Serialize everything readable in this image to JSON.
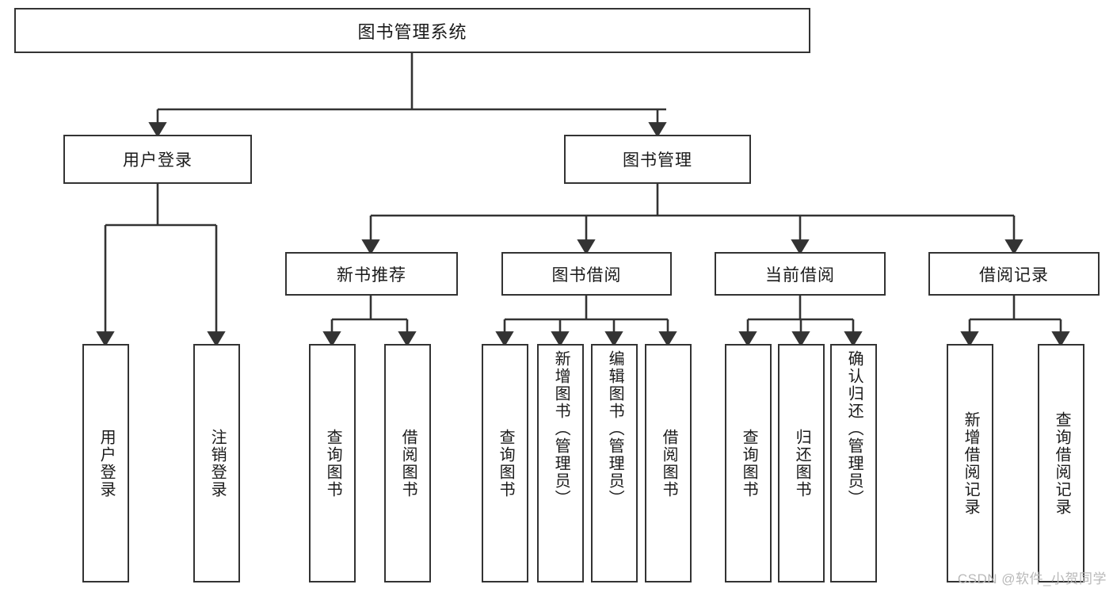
{
  "diagram": {
    "type": "tree-hierarchy-chart",
    "title": "图书管理系统",
    "root": {
      "label": "图书管理系统"
    },
    "level1": [
      {
        "label": "用户登录"
      },
      {
        "label": "图书管理"
      }
    ],
    "level2": [
      {
        "label": "新书推荐"
      },
      {
        "label": "图书借阅"
      },
      {
        "label": "当前借阅"
      },
      {
        "label": "借阅记录"
      }
    ],
    "leaves": {
      "user_login": [
        {
          "label": "用户登录"
        },
        {
          "label": "注销登录"
        }
      ],
      "new_book_recommend": [
        {
          "label": "查询图书"
        },
        {
          "label": "借阅图书"
        }
      ],
      "book_borrow": [
        {
          "label": "查询图书"
        },
        {
          "label": "新增图书（管理员）"
        },
        {
          "label": "编辑图书（管理员）"
        },
        {
          "label": "借阅图书"
        }
      ],
      "current_borrow": [
        {
          "label": "查询图书"
        },
        {
          "label": "归还图书"
        },
        {
          "label": "确认归还（管理员）"
        }
      ],
      "borrow_record": [
        {
          "label": "新增借阅记录"
        },
        {
          "label": "查询借阅记录"
        }
      ]
    }
  },
  "watermark": {
    "text": "CSDN @软件_小贺同学"
  },
  "colors": {
    "background": "#ffffff",
    "border": "#333333",
    "text": "#1a1a1a",
    "watermark": "#b9b9b9"
  }
}
